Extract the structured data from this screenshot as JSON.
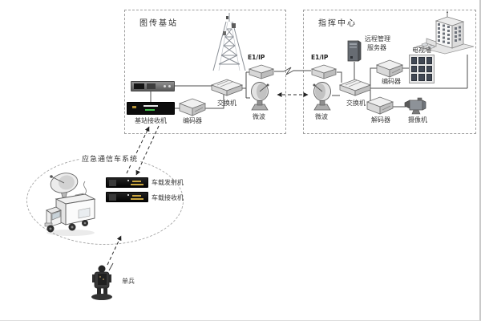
{
  "base_station": {
    "title": "图传基站",
    "receiver_label": "基站接收机",
    "encoder_label": "编码器",
    "switch_label": "交换机",
    "e1ip_label": "E1/IP",
    "microwave_label": "微波"
  },
  "command_center": {
    "title": "指挥中心",
    "e1ip_label": "E1/IP",
    "microwave_label": "微波",
    "switch_label": "交换机",
    "server_label_line1": "远程管理",
    "server_label_line2": "服务器",
    "encoder_label": "编码器",
    "tv_wall_label": "电视墙",
    "decoder_label": "解码器",
    "camera_label": "摄像机"
  },
  "vehicle_system": {
    "title": "应急通信车系统",
    "transmitter_label": "车载发射机",
    "receiver_label": "车载接收机"
  },
  "soldier": {
    "label": "单兵"
  },
  "colors": {
    "background": "#ffffff",
    "line": "#4e4e4e",
    "dashed_border": "#9e9e9e",
    "label_text": "#3a3a3a",
    "device_black": "#0d0d0d",
    "accent_gold": "#caa53e",
    "accent_green": "#46c24f"
  }
}
